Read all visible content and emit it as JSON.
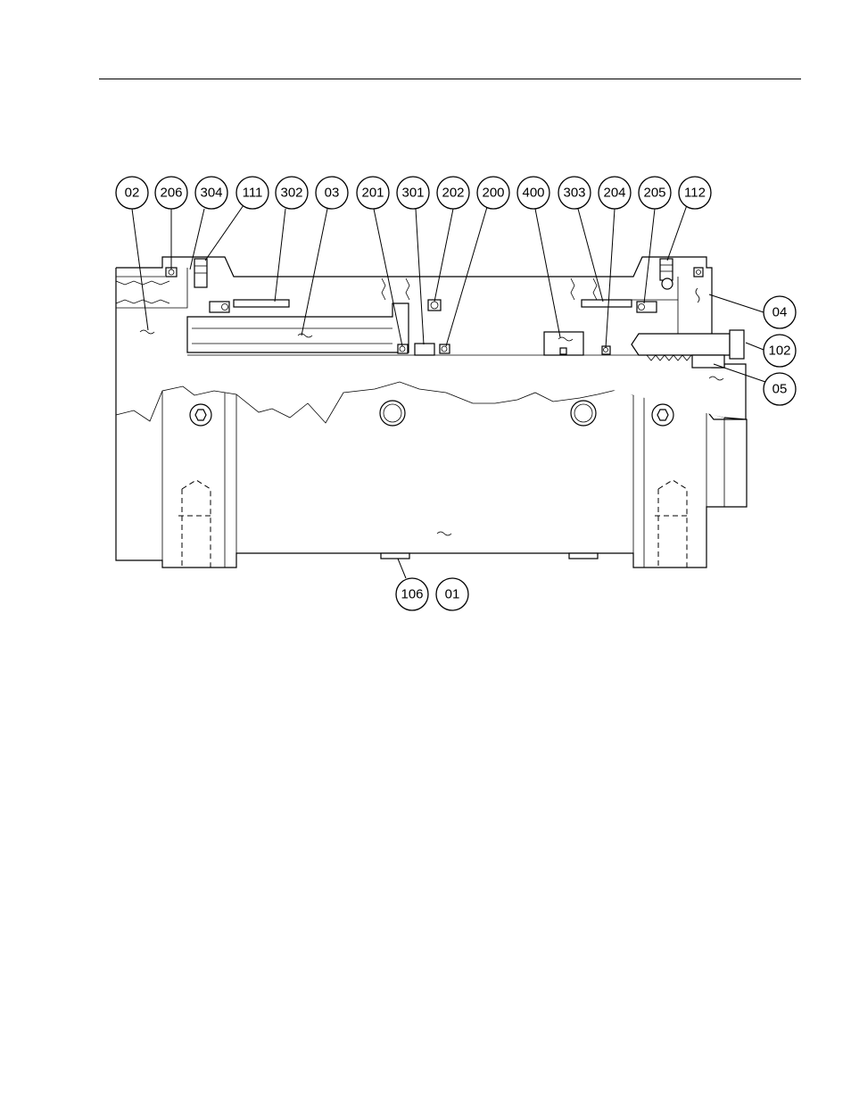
{
  "diagram": {
    "callouts": [
      {
        "id": "02",
        "label": "02"
      },
      {
        "id": "206",
        "label": "206"
      },
      {
        "id": "304",
        "label": "304"
      },
      {
        "id": "111",
        "label": "111"
      },
      {
        "id": "302",
        "label": "302"
      },
      {
        "id": "03",
        "label": "03"
      },
      {
        "id": "201",
        "label": "201"
      },
      {
        "id": "301",
        "label": "301"
      },
      {
        "id": "202",
        "label": "202"
      },
      {
        "id": "200",
        "label": "200"
      },
      {
        "id": "400",
        "label": "400"
      },
      {
        "id": "303",
        "label": "303"
      },
      {
        "id": "204",
        "label": "204"
      },
      {
        "id": "205",
        "label": "205"
      },
      {
        "id": "112",
        "label": "112"
      },
      {
        "id": "04",
        "label": "04"
      },
      {
        "id": "102",
        "label": "102"
      },
      {
        "id": "05",
        "label": "05"
      },
      {
        "id": "106",
        "label": "106"
      },
      {
        "id": "01",
        "label": "01"
      }
    ]
  }
}
